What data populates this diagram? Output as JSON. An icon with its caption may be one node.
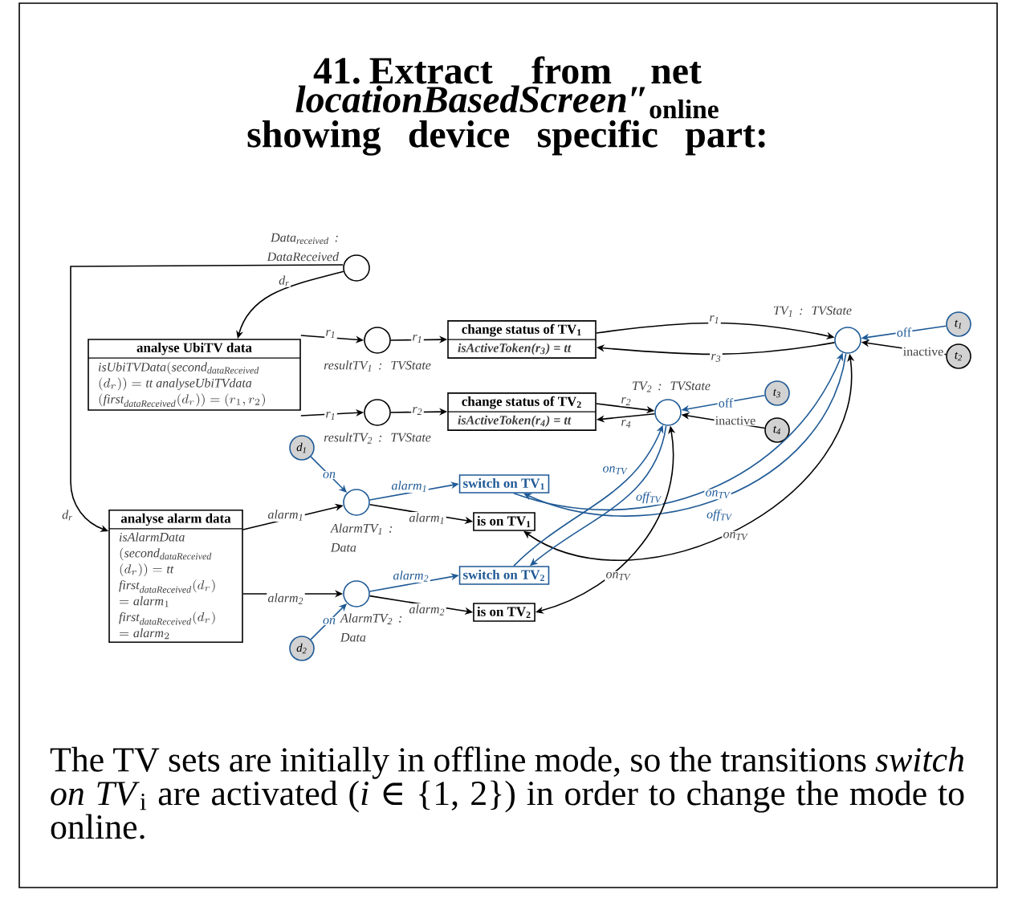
{
  "diagram": {
    "title": "41. Extract from net *locationBasedScreen″*$_{online}$ showing device specific part:",
    "caption": "The TV sets are initially in offline mode, so the transitions *switch on TV*$_{i}$ are activated (*i* ∈ {1, 2}) in order to change the mode to online.",
    "nodes": [
      {
        "text": [],
        "shape": "circle",
        "beside": [
          "Data$_{received}$ : DataReceived"
        ]
      },
      {
        "text": [
          "analyse UbiTV data",
          "\\mathit{isUbiTVData}(\\mathit{second}_{\\mathit{dataReceived}}\\allowbreak(d_r)) = \\mathit{tt}\\allowbreak\\ \\mathit{analyseUbiTVdata}\\allowbreak(\\mathit{first}_{\\mathit{dataReceived}}(d_r))\\allowbreak = (r_1, r_2)"
        ]
      },
      {
        "text": [],
        "shape": "circle",
        "beside": [
          "resultTV$_{1}$ : TVState"
        ]
      },
      {
        "text": [],
        "shape": "circle",
        "beside": [
          "resultTV$_{2}$ : TVState"
        ]
      },
      {
        "text": [
          "change status of TV$_{1}$",
          "isActiveToken(r$_{3}$) = tt"
        ]
      },
      {
        "text": [
          "change status of TV$_{2}$",
          "isActiveToken(r$_{4}$) = tt"
        ]
      },
      {
        "text": [],
        "shape": "circle",
        "beside": [
          "TV$_{1}$ : TVState"
        ]
      },
      {
        "text": [
          "t$_{1}$"
        ]
      },
      {
        "text": [
          "t$_{2}$"
        ]
      },
      {
        "text": [],
        "shape": "circle",
        "beside": [
          "TV$_{2}$ : TVState"
        ]
      },
      {
        "text": [
          "t$_{3}$"
        ]
      },
      {
        "text": [
          "t$_{4}$"
        ]
      },
      {
        "text": [
          "d$_{1}$"
        ]
      },
      {
        "text": [
          "analyse alarm data",
          "\\mathit{isAlarmData}\\allowbreak(\\mathit{second}_{\\mathit{dataReceived}}\\allowbreak(d_r)) = \\mathit{tt}\\allowbreak\\ \\mathit{first}_{\\mathit{dataReceived}}\\allowbreak(d_r)\\allowbreak = \\mathit{alarm}_1\\allowbreak\\ \\mathit{first}_{\\mathit{dataReceived}}\\allowbreak(d_r)\\allowbreak = \\mathit{alarm}_2"
        ]
      },
      {
        "text": [],
        "shape": "circle",
        "beside": [
          "AlarmTV$_{1}$ : Data"
        ]
      },
      {
        "text": [],
        "shape": "circle",
        "beside": [
          "AlarmTV$_{2}$ : Data"
        ]
      },
      {
        "text": [
          "d$_{2}$"
        ]
      },
      {
        "text": [
          "switch on TV$_{1}$"
        ]
      },
      {
        "text": [
          "is on TV$_{1}$"
        ]
      },
      {
        "text": [
          "switch on TV$_{2}$"
        ]
      },
      {
        "text": [
          "is on TV$_{2}$"
        ]
      }
    ],
    "edges": [
      {
        "from": 0,
        "to": 1,
        "arrow": "to",
        "label": "d$_{r}$"
      },
      {
        "from": 0,
        "to": 13,
        "arrow": "to",
        "label": "d$_{r}$"
      },
      {
        "from": 1,
        "to": 2,
        "arrow": "to",
        "label": "r$_{1}$"
      },
      {
        "from": 1,
        "to": 3,
        "arrow": "to",
        "label": "r$_{1}$"
      },
      {
        "from": 2,
        "to": 4,
        "arrow": "to",
        "label": "r$_{1}$"
      },
      {
        "from": 3,
        "to": 5,
        "arrow": "to",
        "label": "r$_{2}$"
      },
      {
        "from": 4,
        "to": 6,
        "arrow": "to",
        "label": "r$_{1}$"
      },
      {
        "from": 6,
        "to": 4,
        "arrow": "to",
        "label": "r$_{3}$"
      },
      {
        "from": 5,
        "to": 9,
        "arrow": "to",
        "label": "r$_{2}$"
      },
      {
        "from": 9,
        "to": 5,
        "arrow": "to",
        "label": "r$_{4}$"
      },
      {
        "from": 7,
        "to": 6,
        "arrow": "to",
        "label": "off",
        "color": "#1f5a96"
      },
      {
        "from": 8,
        "to": 6,
        "arrow": "to",
        "label": "inactive"
      },
      {
        "from": 10,
        "to": 9,
        "arrow": "to",
        "label": "off",
        "color": "#1f5a96"
      },
      {
        "from": 11,
        "to": 9,
        "arrow": "to",
        "label": "inactive"
      },
      {
        "from": 12,
        "to": 14,
        "arrow": "to",
        "label": "on",
        "color": "#1f5a96"
      },
      {
        "from": 16,
        "to": 15,
        "arrow": "to",
        "label": "on",
        "color": "#1f5a96"
      },
      {
        "from": 13,
        "to": 14,
        "arrow": "to",
        "label": "alarm$_{1}$"
      },
      {
        "from": 13,
        "to": 15,
        "arrow": "to",
        "label": "alarm$_{2}$"
      },
      {
        "from": 14,
        "to": 17,
        "arrow": "to",
        "label": "alarm$_{1}$",
        "color": "#1f5a96"
      },
      {
        "from": 14,
        "to": 18,
        "arrow": "to",
        "label": "alarm$_{1}$"
      },
      {
        "from": 15,
        "to": 19,
        "arrow": "to",
        "label": "alarm$_{2}$",
        "color": "#1f5a96"
      },
      {
        "from": 15,
        "to": 20,
        "arrow": "to",
        "label": "alarm$_{2}$"
      },
      {
        "from": 17,
        "to": 6,
        "arrow": "to",
        "label": "on$_{TV}$",
        "color": "#1f5a96"
      },
      {
        "from": 6,
        "to": 17,
        "arrow": "to",
        "label": "off$_{TV}$",
        "color": "#1f5a96"
      },
      {
        "from": 6,
        "to": 18,
        "arrow": "both",
        "label": "on$_{TV}$"
      },
      {
        "from": 19,
        "to": 9,
        "arrow": "to",
        "label": "on$_{TV}$",
        "color": "#1f5a96"
      },
      {
        "from": 9,
        "to": 19,
        "arrow": "to",
        "label": "off$_{TV}$",
        "color": "#1f5a96"
      },
      {
        "from": 9,
        "to": 20,
        "arrow": "both",
        "label": "on$_{TV}$"
      }
    ]
  }
}
